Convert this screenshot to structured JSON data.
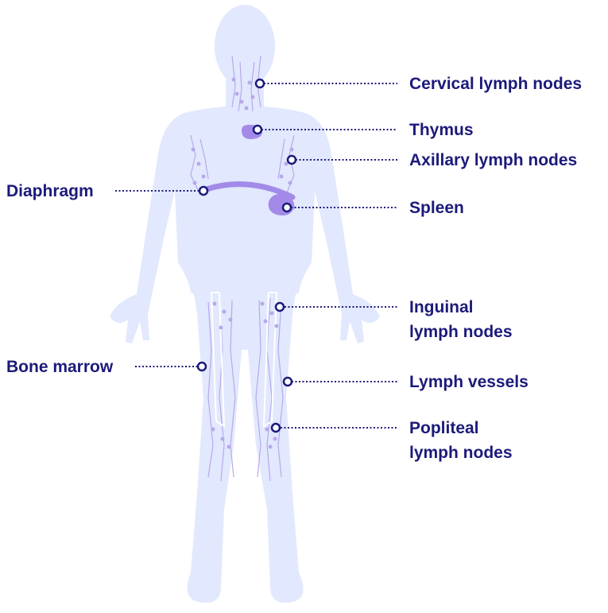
{
  "colors": {
    "body_silhouette": "#e2e8fd",
    "lymph_detail": "#b8a8ec",
    "organ": "#a38ae8",
    "label_text": "#1c1a7a",
    "leader_line": "#1c1a7a"
  },
  "labels": {
    "cervical": "Cervical lymph nodes",
    "thymus": "Thymus",
    "axillary": "Axillary lymph nodes",
    "diaphragm": "Diaphragm",
    "spleen": "Spleen",
    "inguinal_line1": "Inguinal",
    "inguinal_line2": "lymph nodes",
    "bone_marrow": "Bone marrow",
    "lymph_vessels": "Lymph vessels",
    "popliteal_line1": "Popliteal",
    "popliteal_line2": "lymph nodes"
  }
}
